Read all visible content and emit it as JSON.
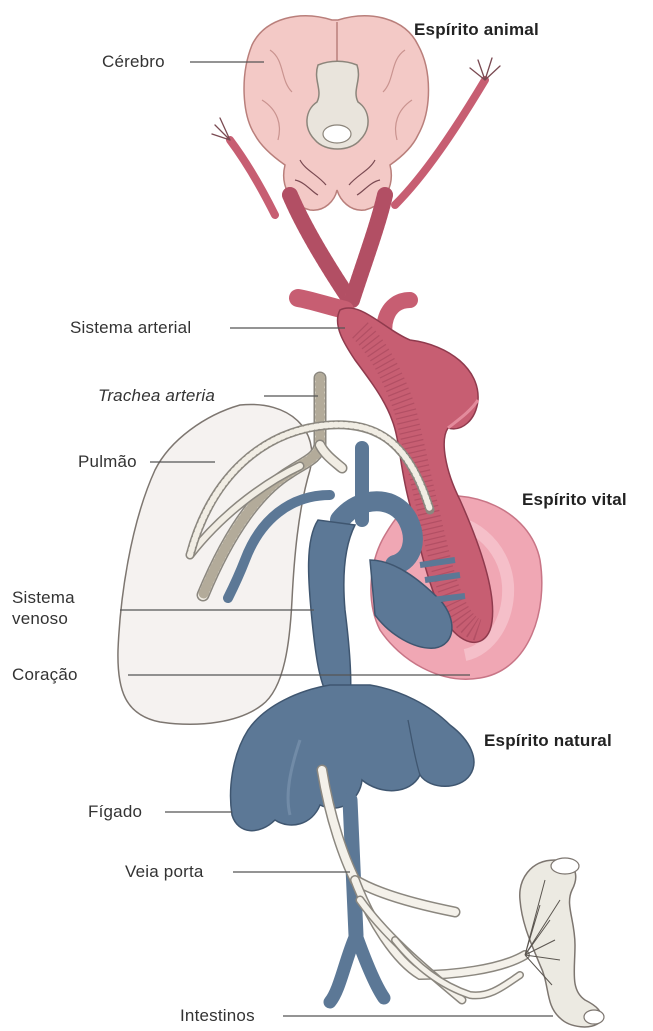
{
  "labels": {
    "cerebro": "Cérebro",
    "sistema_arterial": "Sistema arterial",
    "trachea_arteria": "Trachea arteria",
    "pulmao": "Pulmão",
    "sistema_venoso_line1": "Sistema",
    "sistema_venoso_line2": "venoso",
    "coracao": "Coração",
    "figado": "Fígado",
    "veia_porta": "Veia porta",
    "intestinos": "Intestinos"
  },
  "spirits": {
    "animal": "Espírito animal",
    "vital": "Espírito vital",
    "natural": "Espírito natural"
  },
  "colors": {
    "brain": "#f3c9c6",
    "artery": "#c75e72",
    "vein": "#5c7896",
    "heart": "#eea2b0",
    "lung": "#f4f1ef",
    "leader_line": "#555555",
    "label_text": "#333333"
  }
}
